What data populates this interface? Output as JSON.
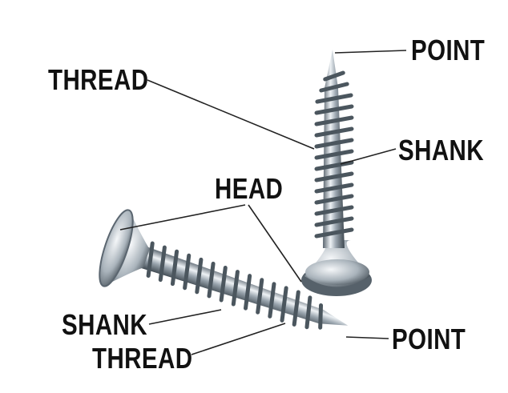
{
  "labels": {
    "point_top": "POINT",
    "thread_top": "THREAD",
    "shank_right": "SHANK",
    "head": "HEAD",
    "shank_bottom": "SHANK",
    "thread_bottom": "THREAD",
    "point_bottom": "POINT"
  },
  "colors": {
    "text": "#111111",
    "leader": "#222222",
    "metal_light": "#e8ecef",
    "metal_dark": "#4a5560"
  }
}
